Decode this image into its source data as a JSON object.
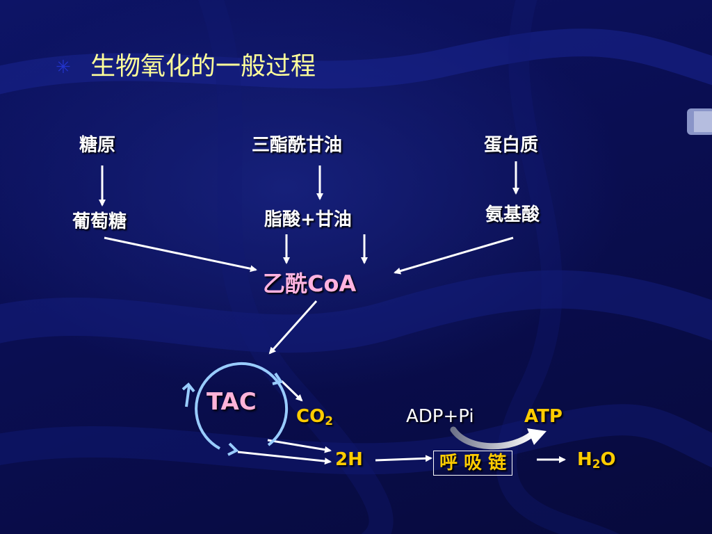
{
  "title": "生物氧化的一般过程",
  "bullet_icon": "bullet-star-icon",
  "nodes": {
    "glycogen": "糖原",
    "triglyceride": "三酯酰甘油",
    "protein": "蛋白质",
    "glucose": "葡萄糖",
    "fattyacid_glycerol": "脂酸+甘油",
    "aminoacid": "氨基酸",
    "acetylcoa": "乙酰CoA",
    "tac": "TAC",
    "co2": "CO",
    "co2_sub": "2",
    "h2": "2H",
    "adp_pi": "ADP+Pi",
    "atp": "ATP",
    "resp_chain": "呼 吸 链",
    "water_h": "H",
    "water_sub": "2",
    "water_o": "O"
  },
  "colors": {
    "background": "#0a0d4a",
    "title": "#ffff99",
    "highlight": "#ffcc00",
    "acetylcoa": "#ffb3e0",
    "cycle": "#99ccff",
    "arrow": "#ffffff"
  }
}
